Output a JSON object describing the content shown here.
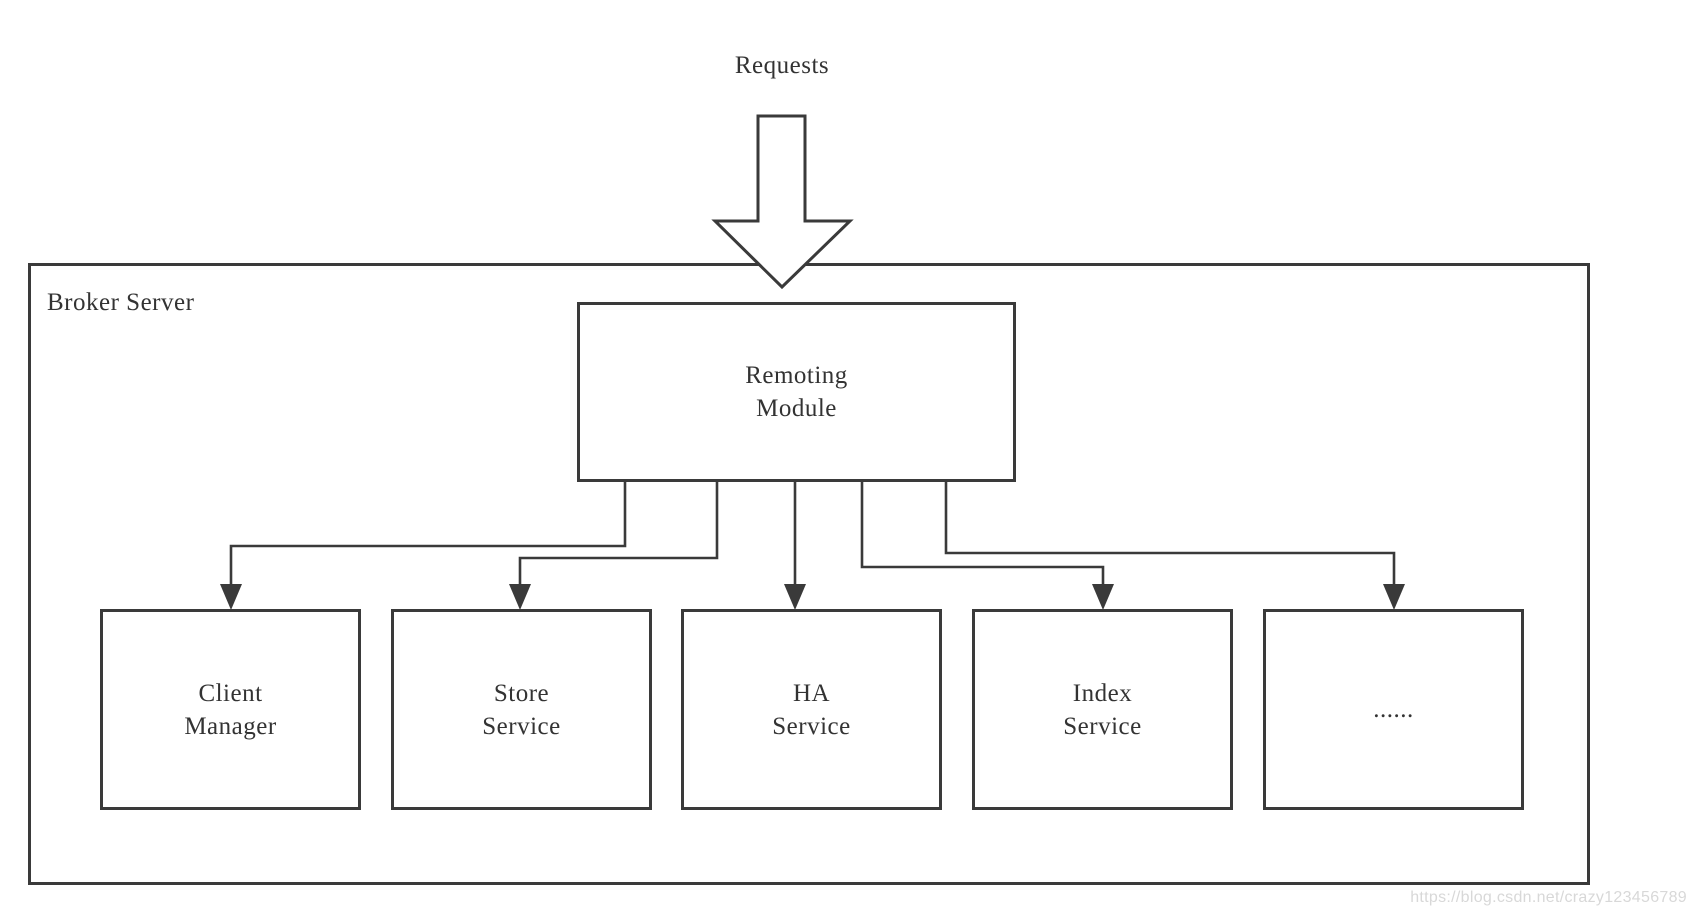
{
  "diagram": {
    "title_flow_label": "Requests",
    "container": {
      "label": "Broker Server"
    },
    "root_node": {
      "label": "Remoting\nModule"
    },
    "leaf_nodes": [
      {
        "id": "client-manager",
        "label": "Client\nManager"
      },
      {
        "id": "store-service",
        "label": "Store\nService"
      },
      {
        "id": "ha-service",
        "label": "HA\nService"
      },
      {
        "id": "index-service",
        "label": "Index\nService"
      },
      {
        "id": "ellipsis",
        "label": "......"
      }
    ],
    "colors": {
      "line": "#3a3a3a",
      "text": "#333333",
      "background": "#ffffff",
      "watermark": "#d8d8d8"
    }
  },
  "watermark": {
    "text": "https://blog.csdn.net/crazy123456789"
  }
}
